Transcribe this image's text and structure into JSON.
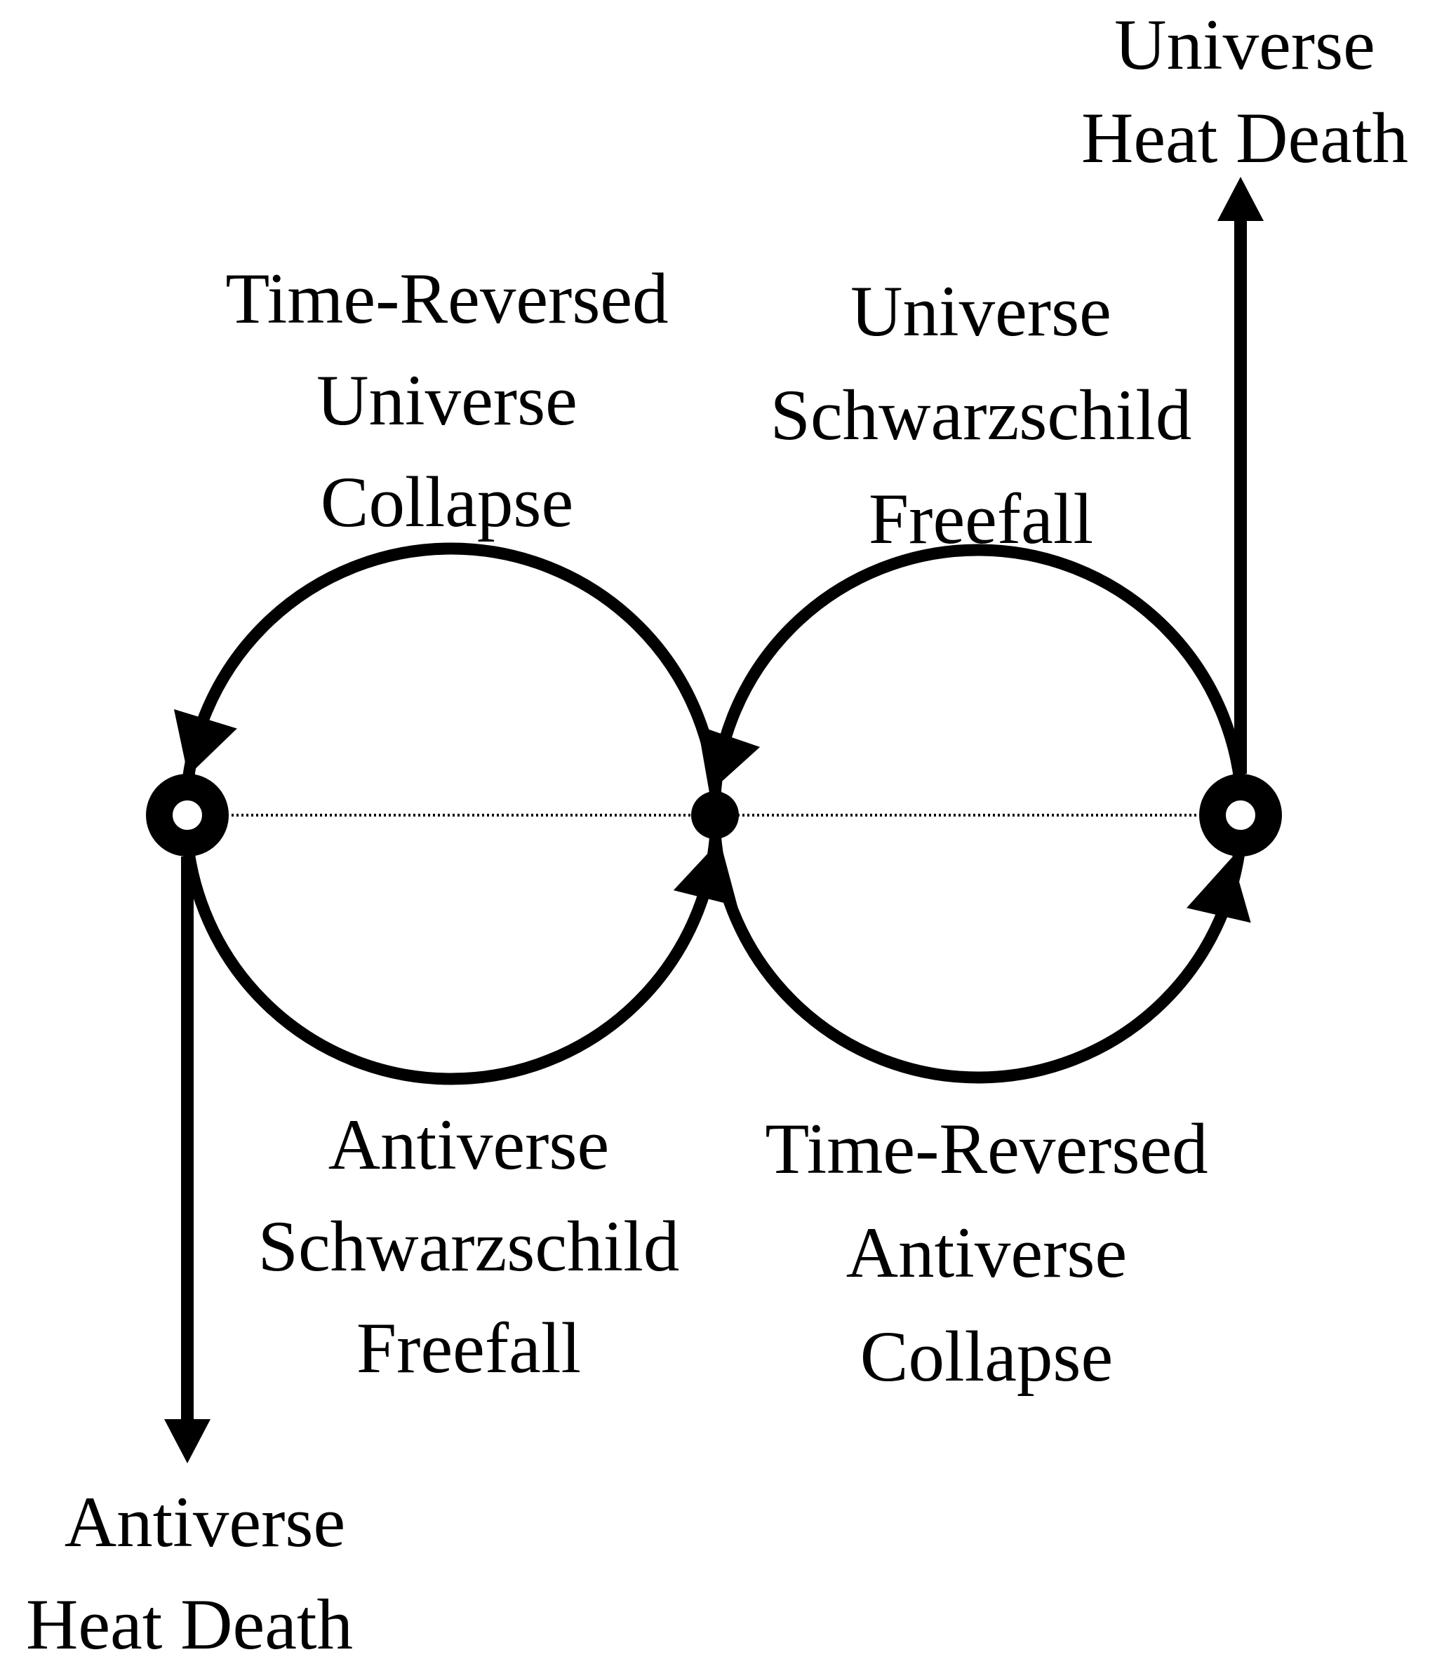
{
  "figure": {
    "background_color": "#ffffff",
    "ink_color": "#000000",
    "top_right_label": {
      "line1": "Universe",
      "line2": "Heat Death"
    },
    "bottom_left_label": {
      "line1": "Antiverse",
      "line2": "Heat Death"
    },
    "upper_left_arc_label": {
      "line1": "Time-Reversed",
      "line2": "Universe",
      "line3": "Collapse"
    },
    "upper_right_arc_label": {
      "line1": "Universe",
      "line2": "Schwarzschild",
      "line3": "Freefall"
    },
    "lower_left_arc_label": {
      "line1": "Antiverse",
      "line2": "Schwarzschild",
      "line3": "Freefall"
    },
    "lower_right_arc_label": {
      "line1": "Time-Reversed",
      "line2": "Antiverse",
      "line3": "Collapse"
    }
  }
}
